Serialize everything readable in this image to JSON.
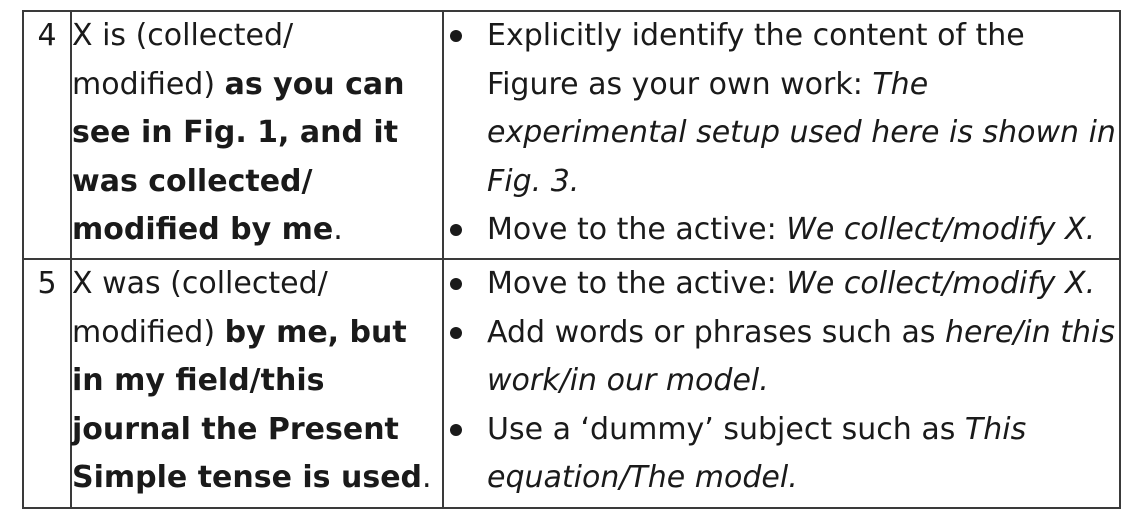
{
  "rows": [
    {
      "number": "4",
      "issue": [
        {
          "text": "X is (collected/ modified) ",
          "bold": false
        },
        {
          "text": "as you can see in Fig. 1, and it was collected/ modified by me",
          "bold": true
        },
        {
          "text": ".",
          "bold": false
        }
      ],
      "solutions": [
        [
          {
            "text": "Explicitly identify the content of the Figure as your own work: ",
            "italic": false
          },
          {
            "text": "The experimental setup used here is shown in Fig. 3.",
            "italic": true
          }
        ],
        [
          {
            "text": "Move to the active: ",
            "italic": false
          },
          {
            "text": "We collect/modify X.",
            "italic": true
          }
        ]
      ]
    },
    {
      "number": "5",
      "issue": [
        {
          "text": "X was (collected/ modified) ",
          "bold": false
        },
        {
          "text": "by me, but in my field/this journal the Present Simple tense is used",
          "bold": true
        },
        {
          "text": ".",
          "bold": false
        }
      ],
      "solutions": [
        [
          {
            "text": "Move to the active: ",
            "italic": false
          },
          {
            "text": "We collect/modify X.",
            "italic": true
          }
        ],
        [
          {
            "text": "Add words or phrases such as ",
            "italic": false
          },
          {
            "text": "here/in this work/in our model.",
            "italic": true
          }
        ],
        [
          {
            "text": "Use a ‘dummy’ subject such as ",
            "italic": false
          },
          {
            "text": "This equation/The model.",
            "italic": true
          }
        ]
      ]
    }
  ]
}
